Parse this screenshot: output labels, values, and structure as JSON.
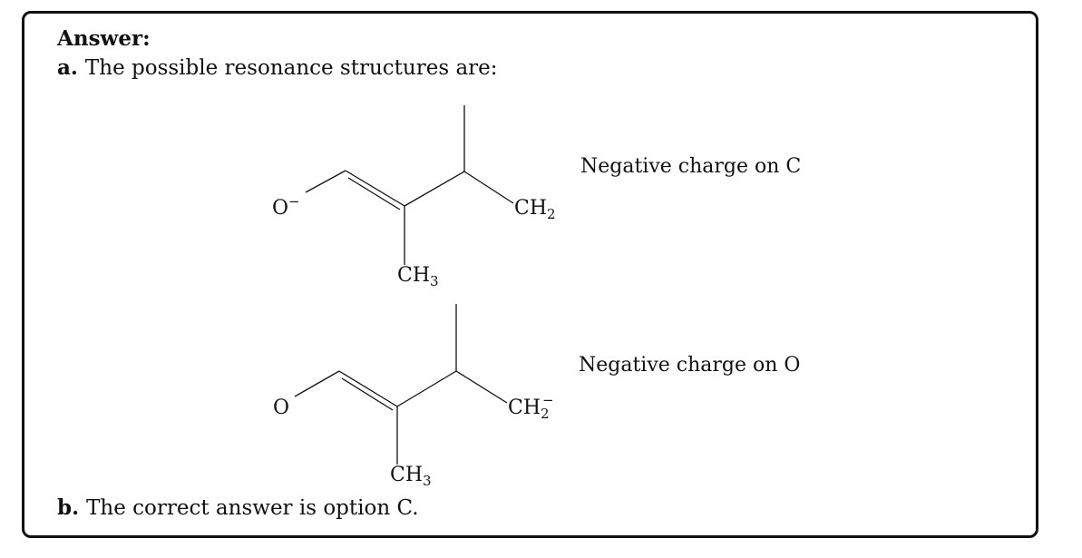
{
  "answer_heading": "Answer:",
  "part_a": {
    "marker": "a.",
    "text": "The possible resonance structures are:"
  },
  "structures": [
    {
      "label": "Negative charge on C",
      "oxygen": "O",
      "oxygen_charge": "−",
      "methyl": "CH",
      "methyl_sub": "3",
      "methylene": "CH",
      "methylene_sub": "2",
      "methylene_charge": ""
    },
    {
      "label": "Negative charge on O",
      "oxygen": "O",
      "oxygen_charge": "",
      "methyl": "CH",
      "methyl_sub": "3",
      "methylene": "CH",
      "methylene_sub": "2",
      "methylene_charge": "−"
    }
  ],
  "part_b": {
    "marker": "b.",
    "text": "The correct answer is option C."
  }
}
